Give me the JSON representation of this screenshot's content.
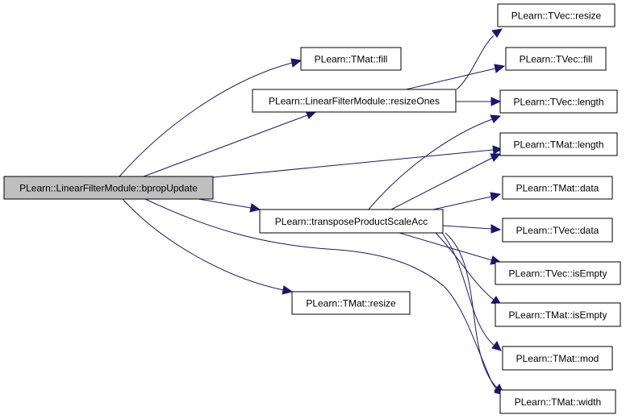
{
  "diagram": {
    "nodes": {
      "bpropUpdate": "PLearn::LinearFilterModule::bpropUpdate",
      "fill_mat": "PLearn::TMat::fill",
      "resizeOnes": "PLearn::LinearFilterModule::resizeOnes",
      "transposeProductScaleAcc": "PLearn::transposeProductScaleAcc",
      "resize_mat": "PLearn::TMat::resize",
      "resize_vec": "PLearn::TVec::resize",
      "fill_vec": "PLearn::TVec::fill",
      "length_vec": "PLearn::TVec::length",
      "length_mat": "PLearn::TMat::length",
      "data_mat": "PLearn::TMat::data",
      "data_vec": "PLearn::TVec::data",
      "isEmpty_vec": "PLearn::TVec::isEmpty",
      "isEmpty_mat": "PLearn::TMat::isEmpty",
      "mod_mat": "PLearn::TMat::mod",
      "width_mat": "PLearn::TMat::width"
    },
    "edges": [
      [
        "bpropUpdate",
        "fill_mat"
      ],
      [
        "bpropUpdate",
        "resizeOnes"
      ],
      [
        "bpropUpdate",
        "length_mat"
      ],
      [
        "bpropUpdate",
        "transposeProductScaleAcc"
      ],
      [
        "bpropUpdate",
        "resize_mat"
      ],
      [
        "bpropUpdate",
        "width_mat"
      ],
      [
        "resizeOnes",
        "resize_vec"
      ],
      [
        "resizeOnes",
        "fill_vec"
      ],
      [
        "resizeOnes",
        "length_vec"
      ],
      [
        "transposeProductScaleAcc",
        "length_vec"
      ],
      [
        "transposeProductScaleAcc",
        "length_mat"
      ],
      [
        "transposeProductScaleAcc",
        "data_mat"
      ],
      [
        "transposeProductScaleAcc",
        "data_vec"
      ],
      [
        "transposeProductScaleAcc",
        "isEmpty_vec"
      ],
      [
        "transposeProductScaleAcc",
        "isEmpty_mat"
      ],
      [
        "transposeProductScaleAcc",
        "mod_mat"
      ],
      [
        "transposeProductScaleAcc",
        "width_mat"
      ]
    ],
    "colors": {
      "edge": "#191970",
      "root_fill": "#bfbfbf",
      "node_fill": "#ffffff",
      "node_border": "#000000"
    }
  }
}
